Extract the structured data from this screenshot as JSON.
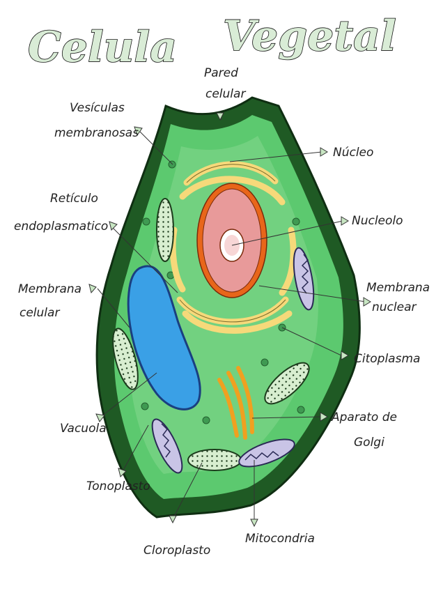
{
  "title": {
    "word1": "Celula",
    "word2": "Vegetal"
  },
  "labels": {
    "pared_celular_1": "Pared",
    "pared_celular_2": "celular",
    "vesiculas_1": "Vesículas",
    "vesiculas_2": "membranosas",
    "nucleo": "Núcleo",
    "reticulo_1": "Retículo",
    "reticulo_2": "endoplasmatico",
    "nucleolo": "Nucleolo",
    "membrana_celular_1": "Membrana",
    "membrana_celular_2": "celular",
    "membrana_nuclear_1": "Membrana",
    "membrana_nuclear_2": "nuclear",
    "citoplasma": "Citoplasma",
    "aparato_golgi_1": "Aparato de",
    "aparato_golgi_2": "Golgi",
    "vacuola": "Vacuola",
    "tonoplasto": "Tonoplasto",
    "cloroplasto": "Cloroplasto",
    "mitocondria": "Mitocondria"
  },
  "colors": {
    "cell_wall": "#1f5a24",
    "cytoplasm": "#5cc96f",
    "cytoplasm_light": "#8fdc95",
    "nucleus": "#e89a9a",
    "nuclear_membrane": "#e8661a",
    "er": "#f6d97a",
    "golgi": "#f0a020",
    "vacuole": "#3aa0e6",
    "chloroplast": "#cfe8c8",
    "mitochondria": "#c9c4e6"
  }
}
